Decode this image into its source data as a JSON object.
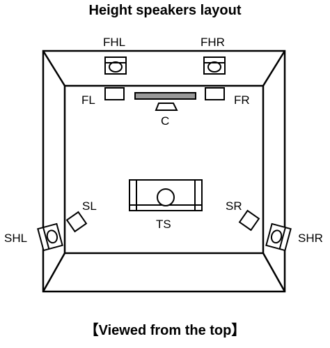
{
  "title": "Height speakers layout",
  "caption": "【Viewed from the top】",
  "labels": {
    "fhl": "FHL",
    "fhr": "FHR",
    "fl": "FL",
    "fr": "FR",
    "c": "C",
    "sl": "SL",
    "sr": "SR",
    "shl": "SHL",
    "shr": "SHR",
    "ts": "TS"
  },
  "colors": {
    "stroke": "#000000",
    "center_bar": "#999999",
    "background": "#ffffff"
  }
}
